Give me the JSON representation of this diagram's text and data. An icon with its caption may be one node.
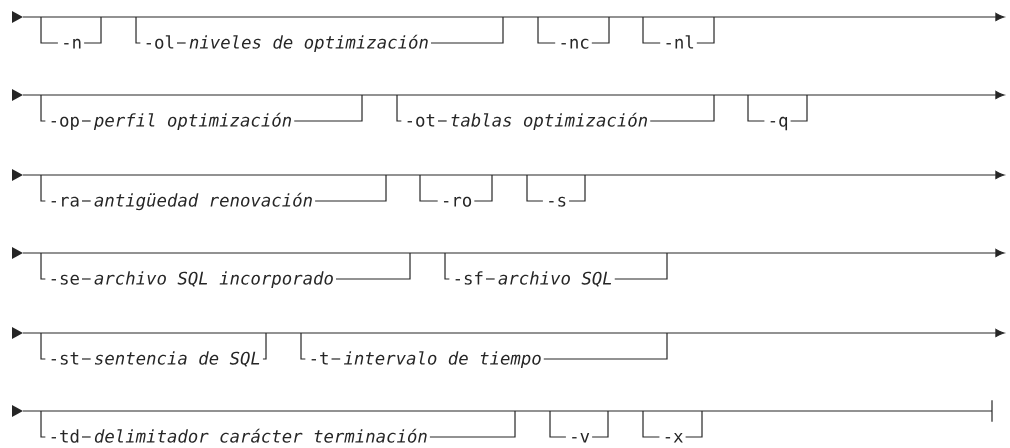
{
  "diagram": {
    "labels": [
      "-n",
      "-ol",
      "niveles de optimización",
      "-nc",
      "-nl",
      "-op",
      "perfil optimización",
      "-ot",
      "tablas optimización",
      "-q",
      "-ra",
      "antigüedad renovación",
      "-ro",
      "-s",
      "-se",
      "archivo SQL incorporado",
      "-sf",
      "archivo SQL",
      "-st",
      "sentencia de SQL",
      "-t",
      "intervalo de tiempo",
      "-td",
      "delimitador carácter terminación",
      "-v",
      "-x"
    ]
  }
}
